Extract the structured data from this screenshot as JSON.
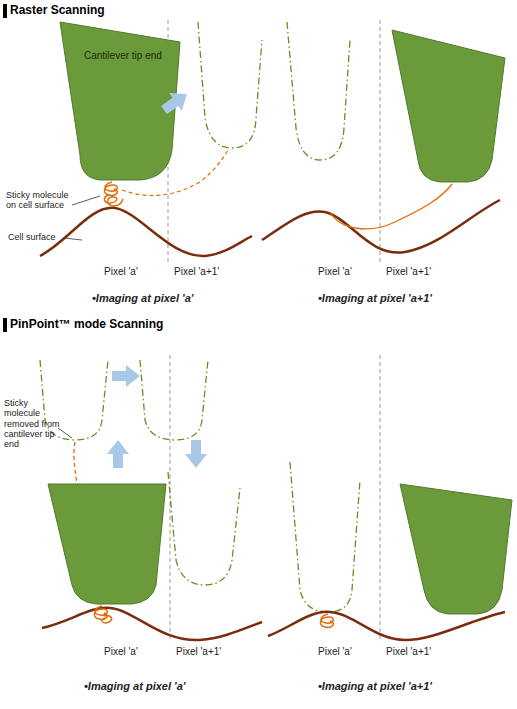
{
  "diagram": {
    "labels": [
      "Raster Scanning",
      "Cantilever tip end",
      "Sticky molecule on cell surface",
      "Cell surface",
      "Pixel 'a'",
      "Pixel 'a+1'",
      "•Imaging at pixel 'a'",
      "Pixel 'a'",
      "Pixel 'a+1'",
      "•Imaging at pixel 'a+1'",
      "PinPoint™ mode Scanning",
      "Sticky molecule removed from cantilever tip end",
      "Pixel 'a'",
      "Pixel 'a+1'",
      "Pixel 'a'",
      "Pixel 'a+1'",
      "•Imaging at pixel 'a'",
      "•Imaging at pixel 'a+1'"
    ]
  }
}
